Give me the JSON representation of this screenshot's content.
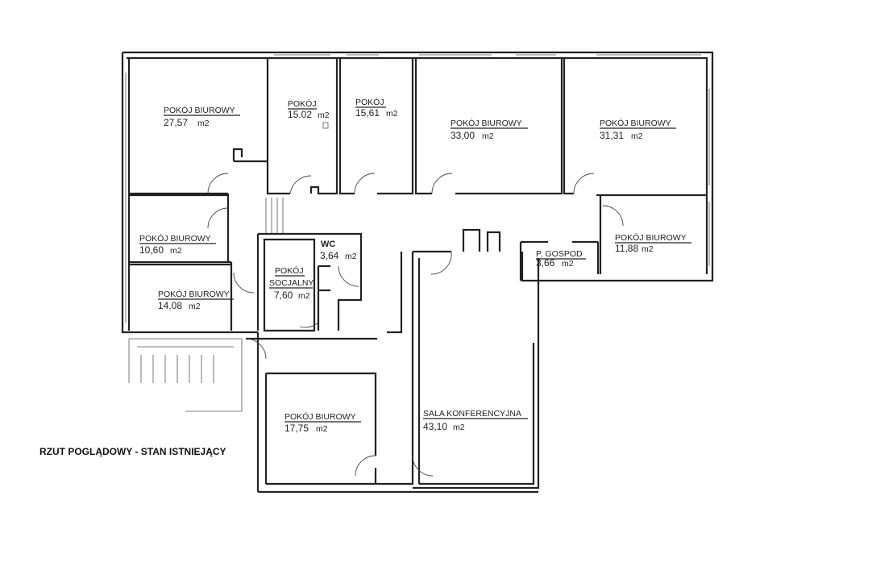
{
  "caption": "RZUT POGLĄDOWY - STAN ISTNIEJĄCY",
  "rooms": [
    {
      "name": "POKÓJ BIUROWY",
      "area": "27,57",
      "unit": "m2"
    },
    {
      "name": "POKÓJ",
      "area": "15.02",
      "unit": "m2"
    },
    {
      "name": "POKÓJ",
      "area": "15,61",
      "unit": "m2"
    },
    {
      "name": "POKÓJ BIUROWY",
      "area": "33,00",
      "unit": "m2"
    },
    {
      "name": "POKÓJ BIUROWY",
      "area": "31,31",
      "unit": "m2"
    },
    {
      "name": "POKÓJ BIUROWY",
      "area": "10,60",
      "unit": "m2"
    },
    {
      "name": "POKÓJ BIUROWY",
      "area": "14,08",
      "unit": "m2"
    },
    {
      "name": "POKÓJ",
      "name2": "SOCJALNY",
      "area": "7,60",
      "unit": "m2"
    },
    {
      "name": "WC",
      "area": "3,64",
      "unit": "m2"
    },
    {
      "name": "P. GOSPOD",
      "area": "3,66",
      "unit": "m2"
    },
    {
      "name": "POKÓJ BIUROWY",
      "area": "11,88",
      "unit": "m2"
    },
    {
      "name": "POKÓJ BIUROWY",
      "area": "17,75",
      "unit": "m2"
    },
    {
      "name": "SALA KONFERENCYJNA",
      "area": "43,10",
      "unit": "m2"
    }
  ]
}
